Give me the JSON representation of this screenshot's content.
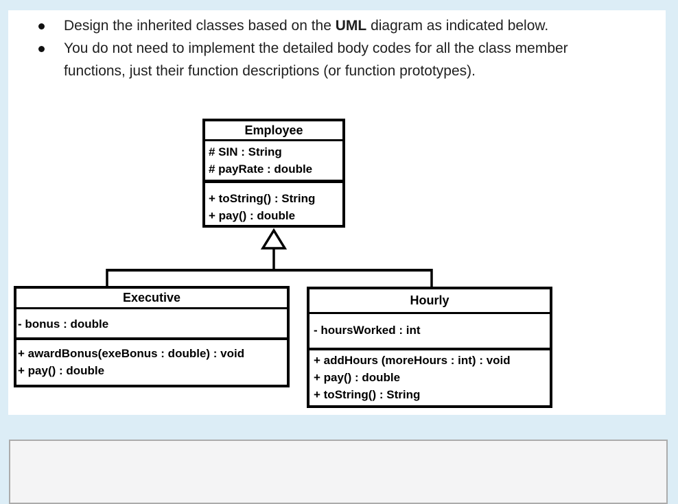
{
  "colors": {
    "page_background": "#dcedf6",
    "content_background": "#ffffff",
    "diagram_ink": "#000000",
    "text": "#1f1f1f",
    "answer_background": "#f4f4f5",
    "answer_border": "#ababab"
  },
  "instructions": {
    "bullets": [
      {
        "segments": [
          {
            "text": "Design the inherited classes based on the ",
            "bold": false
          },
          {
            "text": "UML",
            "bold": true
          },
          {
            "text": " diagram as indicated below.",
            "bold": false
          }
        ]
      },
      {
        "lines": [
          "You do not need to implement the detailed body codes for all the class member",
          "functions, just their function descriptions (or function prototypes)."
        ]
      }
    ]
  },
  "uml": {
    "employee": {
      "title": "Employee",
      "attributes": [
        "# SIN : String",
        "# payRate : double"
      ],
      "methods": [
        "+ toString() : String",
        "+ pay() : double"
      ]
    },
    "executive": {
      "title": "Executive",
      "attributes": [
        "- bonus : double"
      ],
      "methods": [
        "+ awardBonus(exeBonus : double) : void",
        "+ pay() : double"
      ]
    },
    "hourly": {
      "title": "Hourly",
      "attributes": [
        "- hoursWorked : int"
      ],
      "methods": [
        "+ addHours (moreHours : int) : void",
        "+ pay() : double",
        "+ toString() : String"
      ]
    }
  }
}
